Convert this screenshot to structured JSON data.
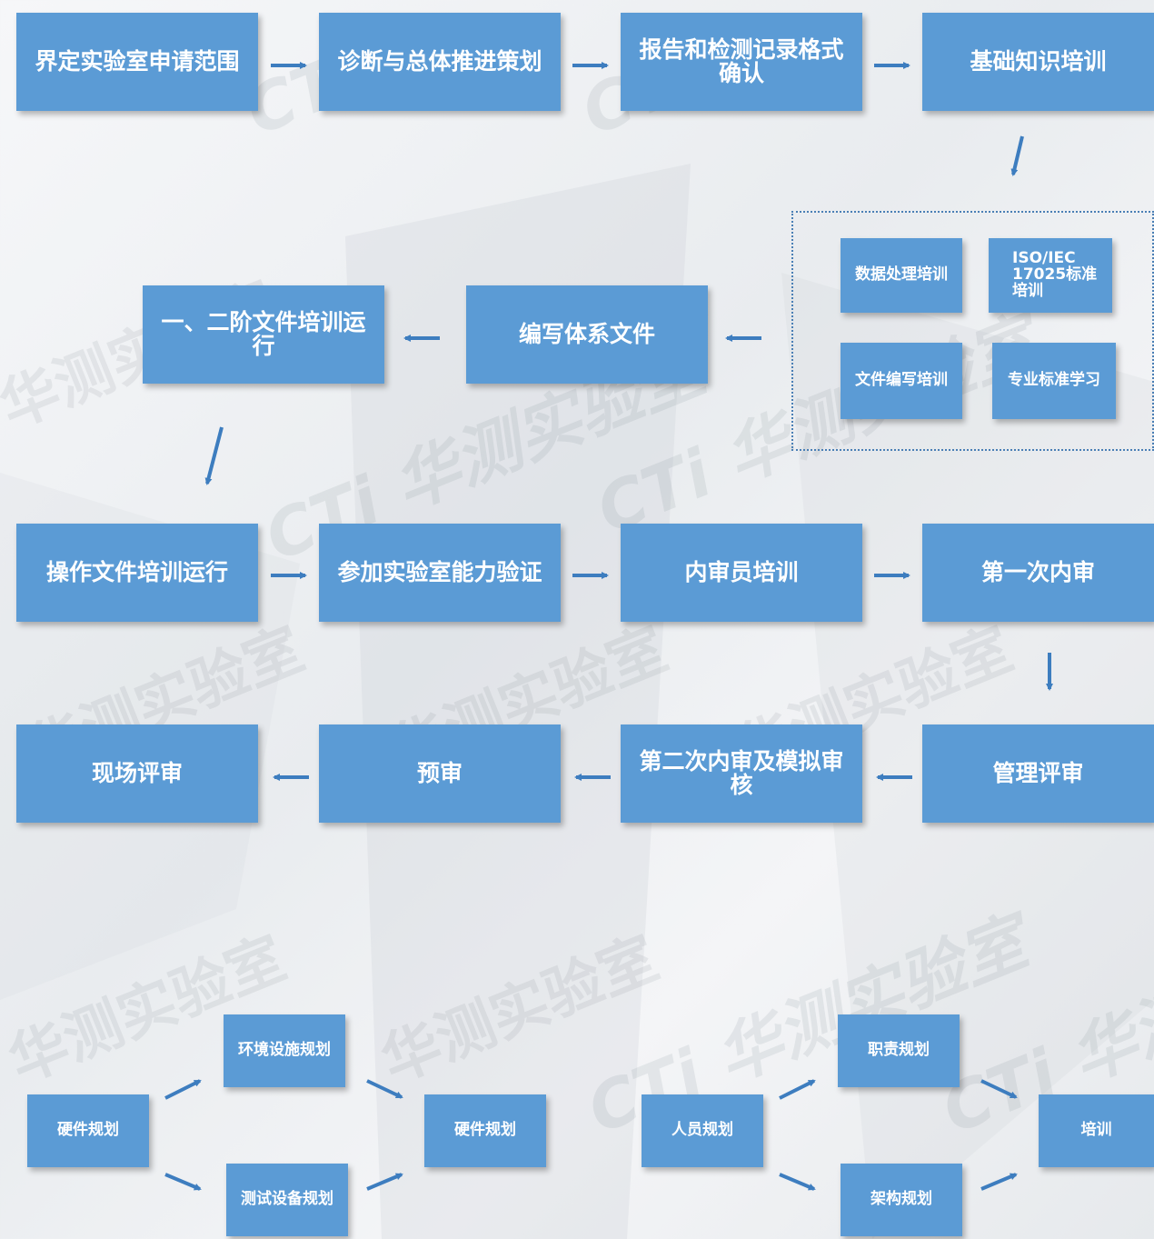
{
  "colors": {
    "box": "#5b9bd5",
    "arrow": "#3d7dbf",
    "text": "#ffffff"
  },
  "watermark": {
    "cn": "华测实验室",
    "logo": "CTI",
    "combo": "CTi 华测实验室"
  },
  "flow": {
    "row1": [
      "界定实验室申请范围",
      "诊断与总体推进策划",
      "报告和检测记录格式确认",
      "基础知识培训"
    ],
    "training_group": [
      "数据处理培训",
      "ISO/IEC 17025标准培训",
      "文件编写培训",
      "专业标准学习"
    ],
    "row2": [
      "一、二阶文件培训运行",
      "编写体系文件"
    ],
    "row3": [
      "操作文件培训运行",
      "参加实验室能力验证",
      "内审员培训",
      "第一次内审"
    ],
    "row4": [
      "现场评审",
      "预审",
      "第二次内审及模拟审核",
      "管理评审"
    ]
  },
  "hardware_plan": {
    "source": "硬件规划",
    "branches": [
      "环境设施规划",
      "测试设备规划"
    ],
    "target": "硬件规划"
  },
  "personnel_plan": {
    "source": "人员规划",
    "branches": [
      "职责规划",
      "架构规划"
    ],
    "target": "培训"
  }
}
